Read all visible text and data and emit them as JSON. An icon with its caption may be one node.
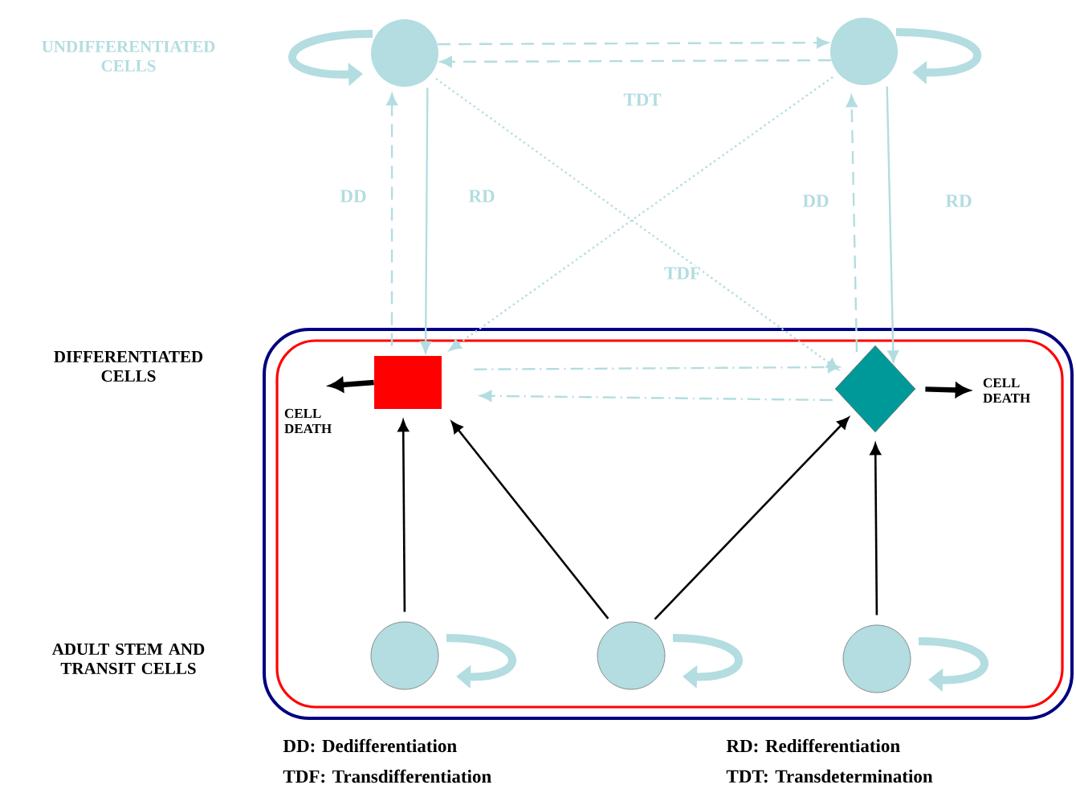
{
  "diagram": {
    "nodes": [
      {
        "text": [],
        "shape": "box"
      },
      {
        "text": [],
        "shape": "box",
        "in": 0
      },
      {
        "text": [],
        "shape": "circle"
      },
      {
        "text": [],
        "shape": "circle"
      },
      {
        "text": [],
        "shape": "box",
        "in": 1
      },
      {
        "text": [],
        "shape": "diamond",
        "in": 1
      },
      {
        "text": [
          "CELL DEATH"
        ],
        "in": 1
      },
      {
        "text": [
          "CELL DEATH"
        ],
        "in": 1
      },
      {
        "text": [],
        "shape": "circle",
        "in": 1
      },
      {
        "text": [],
        "shape": "circle",
        "in": 1
      },
      {
        "text": [],
        "shape": "circle",
        "in": 1
      }
    ],
    "edges": [
      {
        "from": 2,
        "to": 3,
        "arrow": "to",
        "style": "dashed"
      },
      {
        "from": 3,
        "to": 2,
        "arrow": "to",
        "style": "dashed",
        "label": "TDT"
      },
      {
        "from": 4,
        "to": 2,
        "arrow": "to",
        "style": "dashed",
        "label": "DD"
      },
      {
        "from": 2,
        "to": 4,
        "arrow": "to",
        "label": "RD"
      },
      {
        "from": 5,
        "to": 3,
        "arrow": "to",
        "style": "dashed",
        "label": "DD"
      },
      {
        "from": 3,
        "to": 5,
        "arrow": "to",
        "label": "RD"
      },
      {
        "from": 2,
        "to": 5,
        "arrow": "to",
        "style": "dashed",
        "label": "TDF"
      },
      {
        "from": 3,
        "to": 4,
        "arrow": "to",
        "style": "dashed"
      },
      {
        "from": 4,
        "to": 5,
        "arrow": "to",
        "style": "dashed"
      },
      {
        "from": 5,
        "to": 4,
        "arrow": "to",
        "style": "dashed"
      },
      {
        "from": 4,
        "to": 6,
        "arrow": "to",
        "color": "#000000",
        "style": "thick"
      },
      {
        "from": 5,
        "to": 7,
        "arrow": "to",
        "color": "#000000",
        "style": "thick"
      },
      {
        "from": 8,
        "to": 4,
        "arrow": "to",
        "color": "#000000"
      },
      {
        "from": 9,
        "to": 4,
        "arrow": "to",
        "color": "#000000"
      },
      {
        "from": 9,
        "to": 5,
        "arrow": "to",
        "color": "#000000"
      },
      {
        "from": 10,
        "to": 5,
        "arrow": "to",
        "color": "#000000"
      }
    ],
    "labels": [
      "UNDIFFERENTIATED CELLS",
      "DIFFERENTIATED CELLS",
      "ADULT STEM AND TRANSIT CELLS",
      "DD:   Dedifferentiation",
      "RD:   Redifferentiation",
      "TDF: Transdifferentiation",
      "TDT: Transdetermination"
    ]
  }
}
